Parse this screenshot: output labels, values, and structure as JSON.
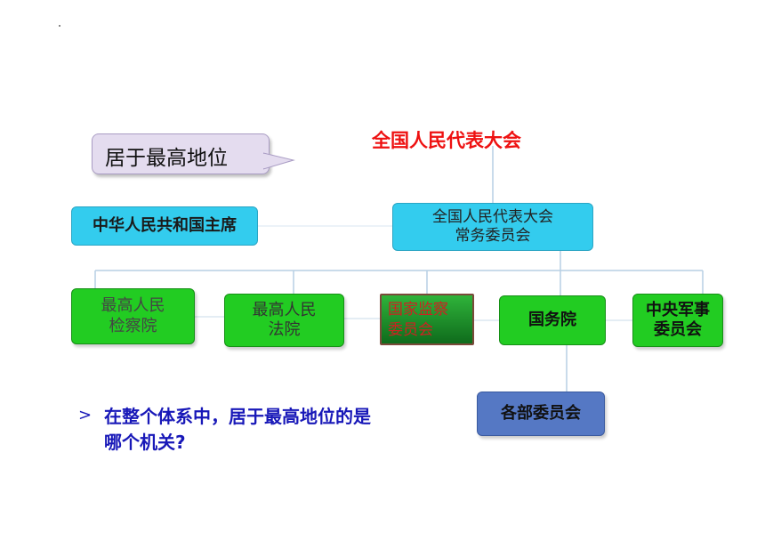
{
  "diagram": {
    "top_label": "全国人民代表大会",
    "callout": "居于最高地位",
    "president": "中华人民共和国主席",
    "standing_committee": {
      "line1": "全国人民代表大会",
      "line2": "常务委员会"
    },
    "procuratorate": {
      "line1": "最高人民",
      "line2": "检察院"
    },
    "court": {
      "line1": "最高人民",
      "line2": "法院"
    },
    "supervisory": {
      "line1": "国家监察",
      "line2": "委员会"
    },
    "state_council": "国务院",
    "military": {
      "line1": "中央军事",
      "line2": "委员会"
    },
    "ministries": "各部委员会"
  },
  "question": {
    "marker": ">",
    "text": "在整个体系中，居于最高地位的是哪个机关?"
  },
  "colors": {
    "red_title": "#ee1111",
    "cyan_box": "#33ccee",
    "green_box": "#22cc22",
    "blue_box": "#5578c4",
    "question_text": "#1818b8"
  }
}
